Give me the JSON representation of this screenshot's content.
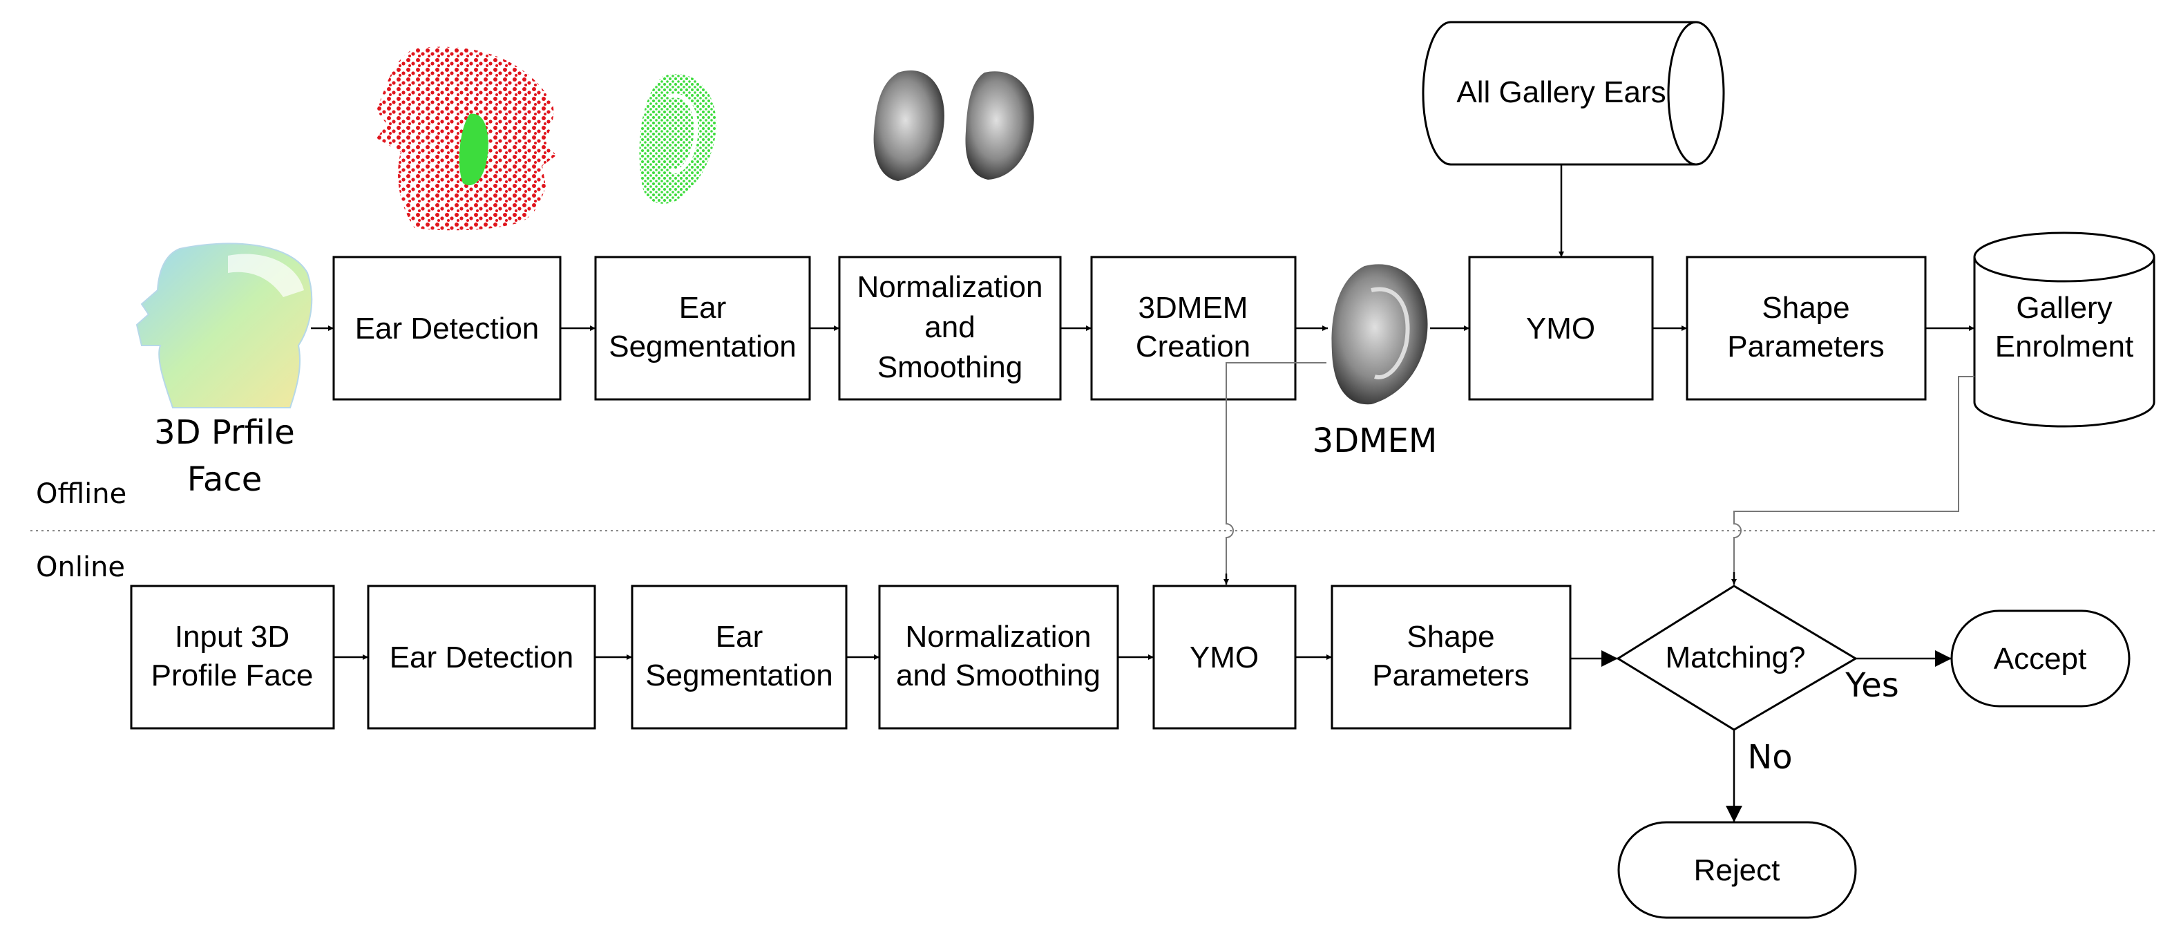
{
  "sections": {
    "offline": "Offline",
    "online": "Online"
  },
  "offline": {
    "face_label_line1": "3D Prfile",
    "face_label_line2": "Face",
    "ear_detection": "Ear Detection",
    "ear_segmentation": [
      "Ear",
      "Segmentation"
    ],
    "normalization": [
      "Normalization",
      "and",
      "Smoothing"
    ],
    "creation": [
      "3DMEM",
      "Creation"
    ],
    "model_label": "3DMEM",
    "gallery_ears": "All Gallery Ears",
    "ymo": "YMO",
    "shape_parameters": [
      "Shape",
      "Parameters"
    ],
    "gallery_enrolment": [
      "Gallery",
      "Enrolment"
    ]
  },
  "online": {
    "input": [
      "Input 3D",
      "Profile Face"
    ],
    "ear_detection": "Ear Detection",
    "ear_segmentation": [
      "Ear",
      "Segmentation"
    ],
    "normalization": [
      "Normalization",
      "and Smoothing"
    ],
    "ymo": "YMO",
    "shape_parameters": [
      "Shape",
      "Parameters"
    ],
    "decision": "Matching?",
    "yes": "Yes",
    "no": "No",
    "accept": "Accept",
    "reject": "Reject"
  },
  "icons": {
    "face": "3d-profile-face-icon",
    "point_cloud": "head-point-cloud-icon",
    "ear_green": "segmented-ear-icon",
    "ears_gray": "normalized-ears-icon",
    "model_ear": "3dmem-ear-icon"
  },
  "colors": {
    "point_cloud": "#e0141c",
    "ear_region": "#3ddc3d",
    "ear_shade": "#777777"
  }
}
